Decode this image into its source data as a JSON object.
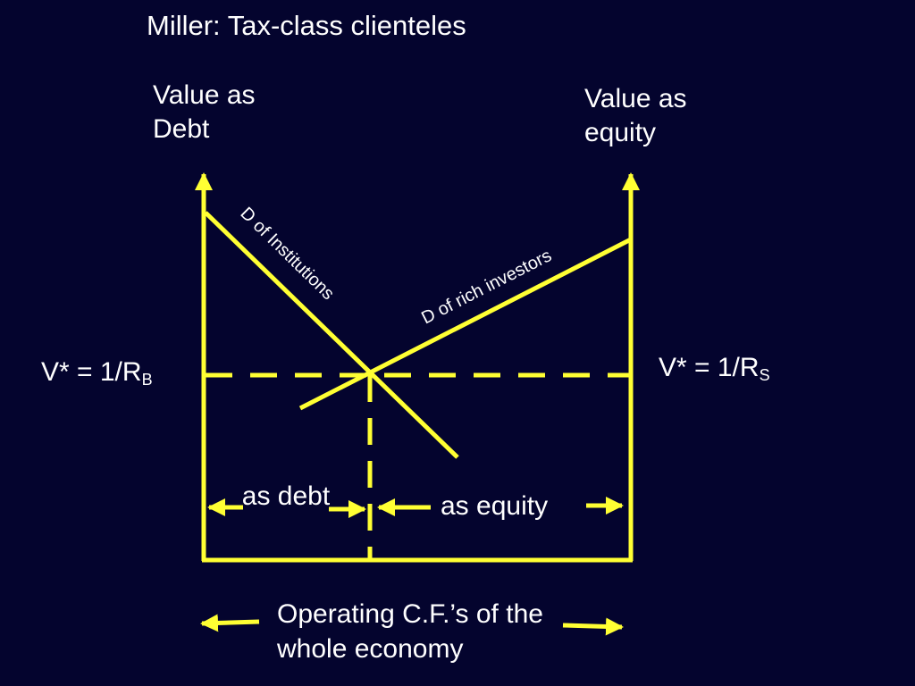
{
  "title": "Miller:  Tax-class clienteles",
  "left_axis": {
    "label": "Value as Debt"
  },
  "right_axis": {
    "label": "Value as equity"
  },
  "curves": {
    "institutions": "D of Institutions",
    "rich_investors": "D of rich investors"
  },
  "equilibrium": {
    "left_prefix": "V* = 1/R",
    "left_subscript": "B",
    "right_prefix": "V* = 1/R",
    "right_subscript": "S"
  },
  "regions": {
    "debt": "as debt",
    "equity": "as equity"
  },
  "bottom_label": "Operating C.F.’s of the whole economy",
  "colors": {
    "background": "#04042e",
    "lines": "#ffff33",
    "text": "#ffffff"
  }
}
